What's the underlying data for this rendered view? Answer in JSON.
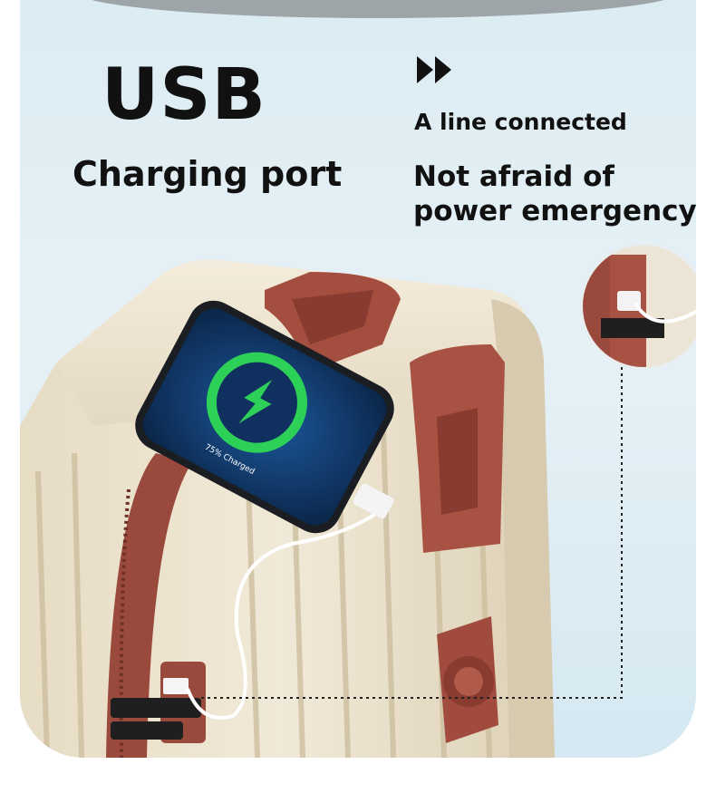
{
  "heading": {
    "usb": "USB",
    "port": "Charging port"
  },
  "tagline": {
    "connected": "A line connected",
    "emergency_line1": "Not afraid of",
    "emergency_line2": "power emergency"
  },
  "phone": {
    "status": "75% Charged"
  },
  "icons": {
    "arrows": "double-arrow-right-icon",
    "bolt": "lightning-bolt-icon"
  },
  "colors": {
    "suitcase_body": "#ece3cf",
    "suitcase_trim": "#9a4a3c",
    "charge_ring": "#2ed158",
    "phone_screen": "#123f78",
    "background": "#dcecf3"
  }
}
